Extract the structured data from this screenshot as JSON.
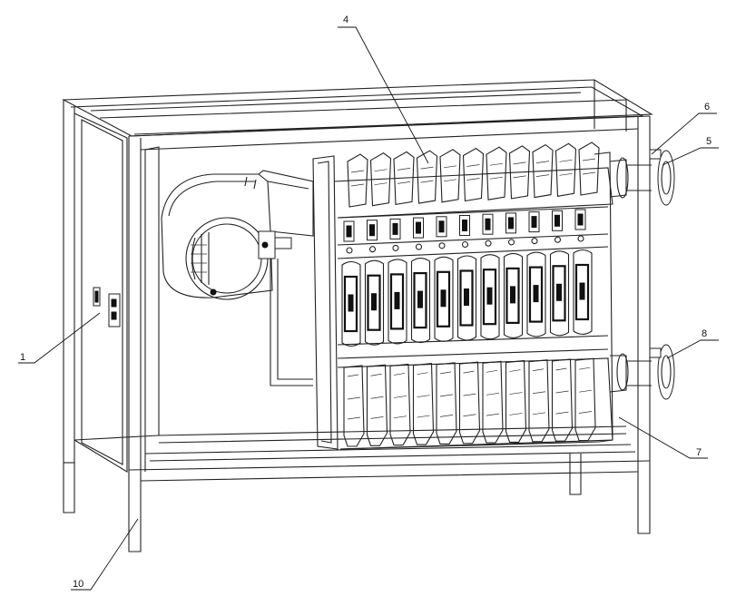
{
  "callouts": [
    {
      "id": "1",
      "text": "1"
    },
    {
      "id": "4",
      "text": "4"
    },
    {
      "id": "5",
      "text": "5"
    },
    {
      "id": "6",
      "text": "6"
    },
    {
      "id": "7",
      "text": "7"
    },
    {
      "id": "8",
      "text": "8"
    },
    {
      "id": "10",
      "text": "10"
    }
  ]
}
